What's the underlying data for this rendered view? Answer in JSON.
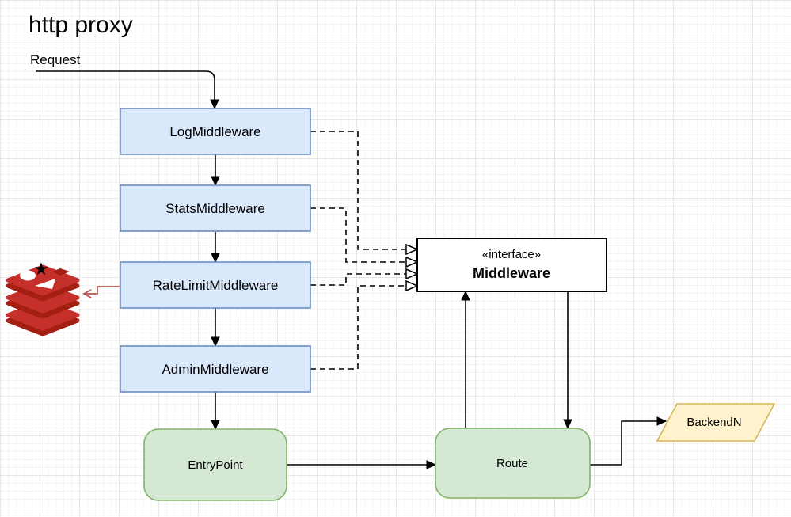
{
  "diagram": {
    "title": "http proxy",
    "request_label": "Request"
  },
  "nodes": {
    "middlewares": [
      {
        "label": "LogMiddleware"
      },
      {
        "label": "StatsMiddleware"
      },
      {
        "label": "RateLimitMiddleware"
      },
      {
        "label": "AdminMiddleware"
      }
    ],
    "interface": {
      "stereotype": "«interface»",
      "name": "Middleware"
    },
    "entrypoint": {
      "label": "EntryPoint"
    },
    "route": {
      "label": "Route"
    },
    "backend": {
      "label": "BackendN"
    }
  },
  "icons": {
    "redis": "redis-database-stack-icon",
    "star_glyph": "★"
  },
  "colors": {
    "middleware_fill": "#dae8fc",
    "middleware_border": "#6c8ebf",
    "component_fill": "#d5e8d4",
    "component_border": "#82b366",
    "backend_fill": "#fff2cc",
    "backend_border": "#d6b656",
    "interface_fill": "#ffffff",
    "interface_border": "#000000",
    "edge_color": "#000000",
    "redis_edge_color": "#b85450",
    "redis_red": "#c6302b",
    "redis_dark_red": "#a41e11"
  }
}
